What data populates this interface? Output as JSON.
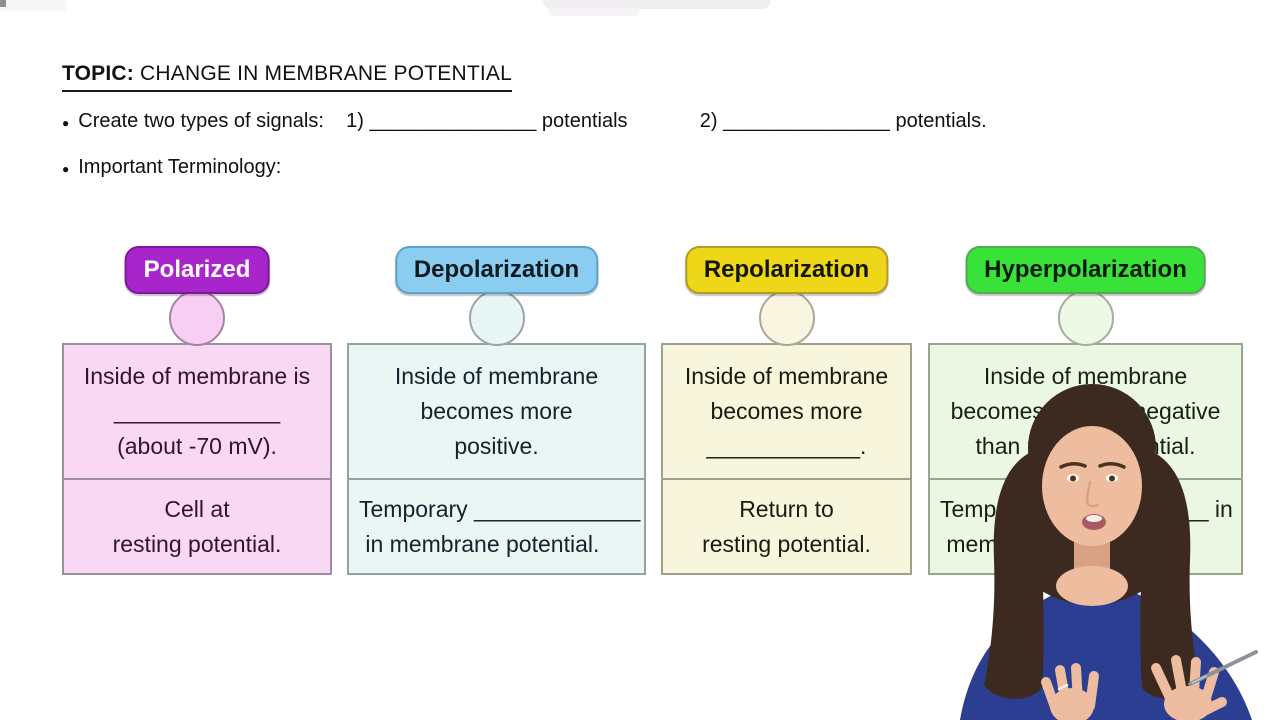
{
  "header": {
    "topic_label": "TOPIC:",
    "topic_title": " CHANGE IN MEMBRANE POTENTIAL",
    "bullet_char": "●",
    "bullets": [
      {
        "text": "Create two types of signals:    1) _______________ potentials             2) _______________ potentials."
      },
      {
        "text": "Important Terminology:"
      }
    ]
  },
  "cards": [
    {
      "title": "Polarized",
      "colors": {
        "pill_bg": "#a824cb",
        "pill_border": "#7e189b",
        "pill_text": "#ffffff",
        "body_bg": "#f8d8f3",
        "body_border": "#9d8f9d",
        "circle_bg": "#f7cff2",
        "circle_border": "#a583a5",
        "text": "#33132f"
      },
      "top_lines": [
        "Inside of membrane is",
        "_____________",
        "(about -70 mV)."
      ],
      "bottom_lines": [
        "Cell at",
        "resting potential."
      ]
    },
    {
      "title": "Depolarization",
      "colors": {
        "pill_bg": "#8acdf0",
        "pill_border": "#5ba3c9",
        "pill_text": "#0d1a20",
        "body_bg": "#e9f6f4",
        "body_border": "#93a3a3",
        "circle_bg": "#e8f5f5",
        "circle_border": "#9aa6a6",
        "text": "#13232b"
      },
      "top_lines": [
        "Inside of membrane",
        "becomes more",
        "positive."
      ],
      "bottom_lines": [
        "Temporary _____________",
        " in membrane potential."
      ]
    },
    {
      "title": "Repolarization",
      "colors": {
        "pill_bg": "#eed718",
        "pill_border": "#b09c28",
        "pill_text": "#151505",
        "body_bg": "#f7f5dc",
        "body_border": "#a0a08e",
        "circle_bg": "#f8f5e0",
        "circle_border": "#a8a896",
        "text": "#1a1a10"
      },
      "top_lines": [
        "Inside of membrane",
        "becomes more",
        "____________."
      ],
      "bottom_lines": [
        "Return to",
        "resting potential."
      ]
    },
    {
      "title": "Hyperpolarization",
      "colors": {
        "pill_bg": "#39e239",
        "pill_border": "#57a857",
        "pill_text": "#0a1a0a",
        "body_bg": "#ebf7e2",
        "body_border": "#97a78f",
        "circle_bg": "#edf8e6",
        "circle_border": "#a2b098",
        "text": "#14220f"
      },
      "top_lines": [
        "Inside of membrane",
        "becomes ______ negative",
        "than resting potential."
      ],
      "bottom_lines": [
        "Temporary ____________ in",
        " membrane potential."
      ]
    }
  ],
  "presenter": {
    "hair_color": "#3c2a20",
    "skin_color": "#eebc9e",
    "skin_shadow": "#d9a184",
    "shirt_color": "#2c3e91",
    "lip_color": "#a85a64",
    "pen_color": "#8d9298"
  }
}
